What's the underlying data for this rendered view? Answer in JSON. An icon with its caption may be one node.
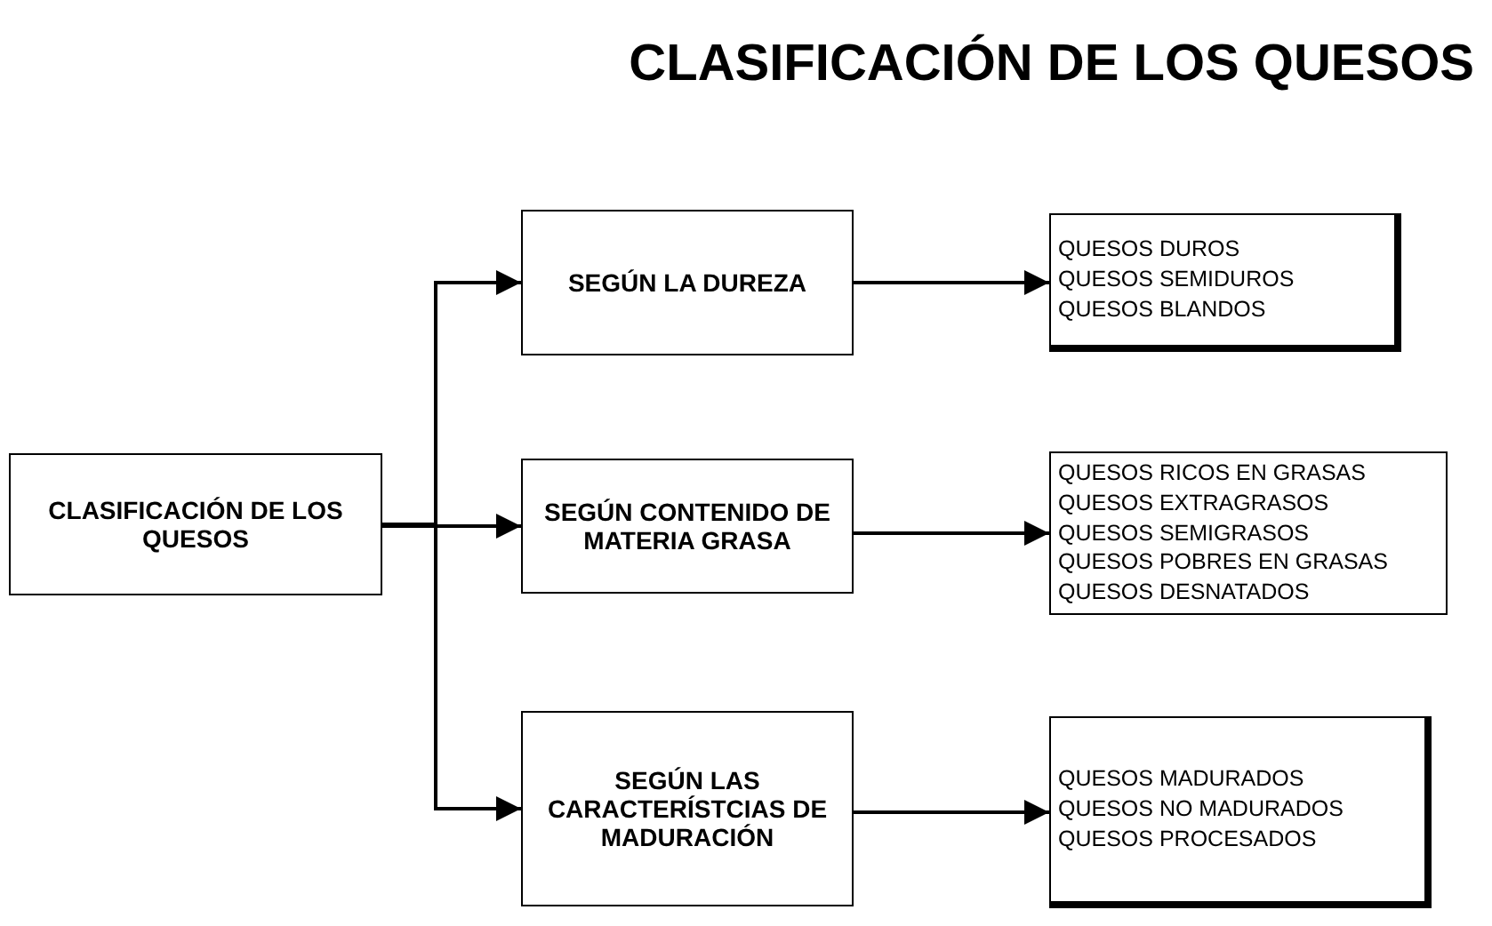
{
  "diagram": {
    "title": "CLASIFICACIÓN DE LOS QUESOS",
    "nodes": [
      {
        "text": [
          "CLASIFICACIÓN DE LOS QUESOS"
        ]
      },
      {
        "text": [
          "SEGÚN LA DUREZA"
        ]
      },
      {
        "text": [
          "SEGÚN CONTENIDO DE MATERIA GRASA"
        ]
      },
      {
        "text": [
          "SEGÚN LAS CARACTERÍSTCIAS DE MADURACIÓN"
        ]
      },
      {
        "text": [
          "QUESOS DUROS",
          "QUESOS SEMIDUROS",
          "QUESOS BLANDOS"
        ]
      },
      {
        "text": [
          "QUESOS RICOS EN GRASAS",
          "QUESOS EXTRAGRASOS",
          "QUESOS SEMIGRASOS",
          "QUESOS POBRES EN GRASAS",
          "QUESOS DESNATADOS"
        ]
      },
      {
        "text": [
          "QUESOS MADURADOS",
          "QUESOS NO MADURADOS",
          "QUESOS PROCESADOS"
        ]
      }
    ],
    "edges": [
      {
        "from": 0,
        "to": 1,
        "arrow": "to"
      },
      {
        "from": 0,
        "to": 2,
        "arrow": "to"
      },
      {
        "from": 0,
        "to": 3,
        "arrow": "to"
      },
      {
        "from": 1,
        "to": 4,
        "arrow": "to"
      },
      {
        "from": 2,
        "to": 5,
        "arrow": "to"
      },
      {
        "from": 3,
        "to": 6,
        "arrow": "to"
      }
    ]
  }
}
